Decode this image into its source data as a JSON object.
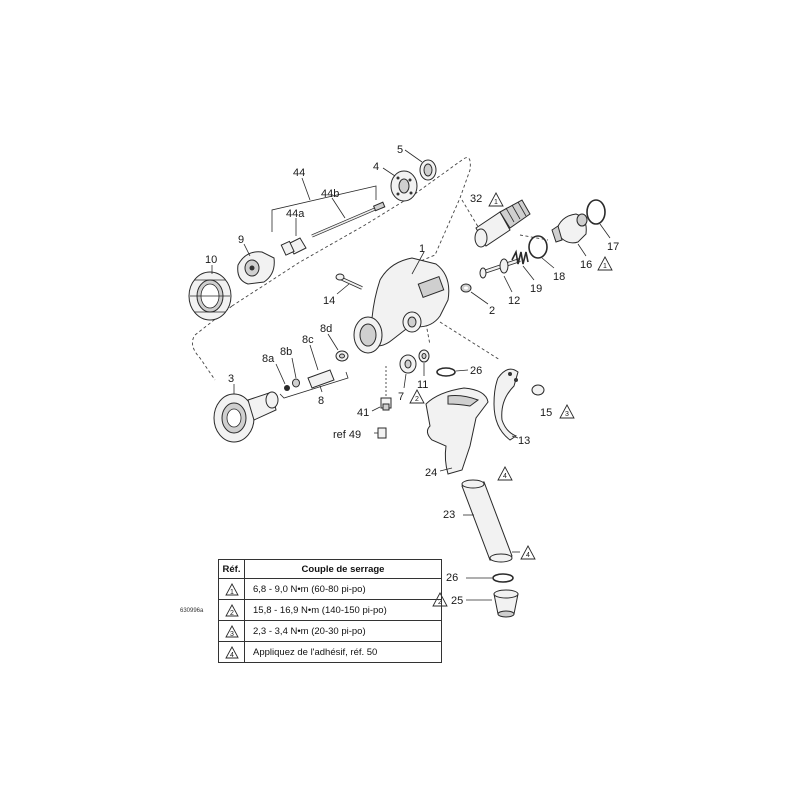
{
  "drawing_id": "630996a",
  "parts": {
    "p1": "1",
    "p2": "2",
    "p3": "3",
    "p4": "4",
    "p5": "5",
    "p7": "7",
    "p8": "8",
    "p8a": "8a",
    "p8b": "8b",
    "p8c": "8c",
    "p8d": "8d",
    "p9": "9",
    "p10": "10",
    "p11": "11",
    "p12": "12",
    "p13": "13",
    "p14": "14",
    "p15": "15",
    "p16": "16",
    "p17": "17",
    "p18": "18",
    "p19": "19",
    "p23": "23",
    "p24": "24",
    "p25": "25",
    "p26a": "26",
    "p26b": "26",
    "p32": "32",
    "p41": "41",
    "p44": "44",
    "p44a": "44a",
    "p44b": "44b",
    "ref49": "ref 49"
  },
  "callouts": {
    "c1": "1",
    "c2": "2",
    "c3": "3",
    "c4": "4"
  },
  "table": {
    "header_ref": "Réf.",
    "header_torque": "Couple de serrage",
    "rows": [
      {
        "symbol": "1",
        "text": "6,8 - 9,0 N•m (60-80 pi-po)"
      },
      {
        "symbol": "2",
        "text": "15,8 - 16,9 N•m (140-150 pi-po)"
      },
      {
        "symbol": "3",
        "text": "2,3 - 3,4 N•m (20-30 pi-po)"
      },
      {
        "symbol": "4",
        "text": "Appliquez de l'adhésif, réf. 50"
      }
    ]
  }
}
